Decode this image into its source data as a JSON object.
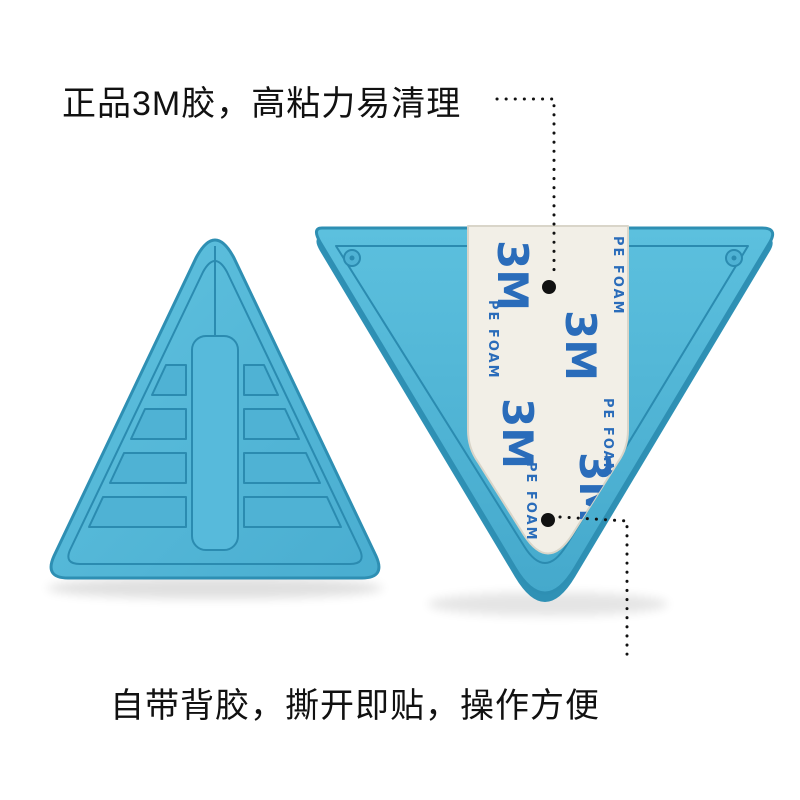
{
  "page": {
    "background": "#ffffff"
  },
  "annotations": {
    "top": "正品3M胶，高粘力易清理",
    "bottom": "自带背胶，撕开即贴，操作方便"
  },
  "tape": {
    "brand": "3M",
    "material": "PE FOAM"
  },
  "colors": {
    "product_blue": "#54b8d8",
    "product_blue_dark": "#2e8fb3",
    "groove_blue": "#4fb2d4",
    "tape_cream": "#f2efe7",
    "tape_text_blue": "#2a6cba",
    "annotation_text": "#111111"
  }
}
